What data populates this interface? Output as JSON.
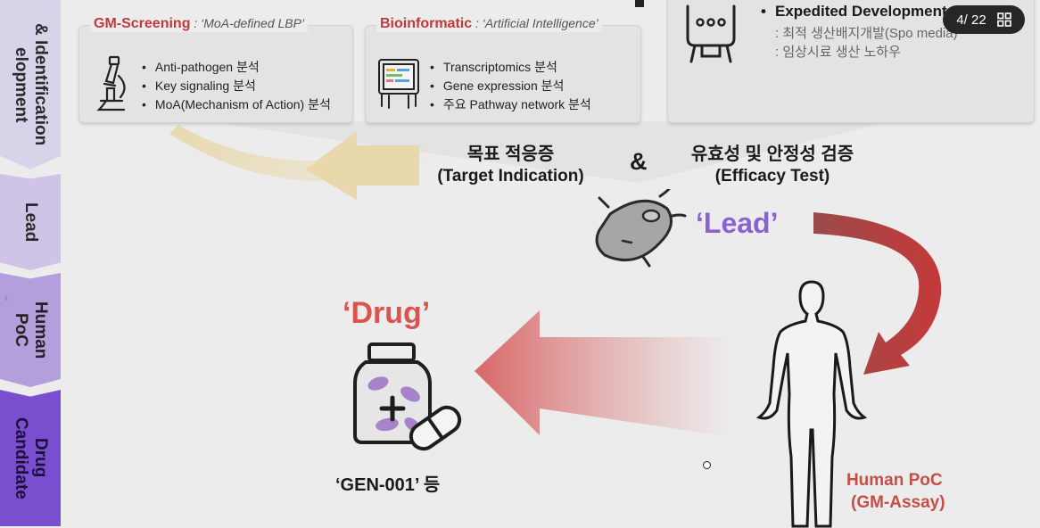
{
  "sidebar": {
    "tabs": [
      {
        "label": "& Identification\nelopment"
      },
      {
        "label": "Lead"
      },
      {
        "label": "Human\nPoC"
      },
      {
        "label": "Drug\nCandidate"
      }
    ]
  },
  "panels": {
    "gm": {
      "title": "GM-Screening",
      "subtitle": " : ‘MoA-defined LBP’",
      "items": [
        "Anti-pathogen 분석",
        "Key signaling 분석",
        "MoA(Mechanism of Action) 분석"
      ]
    },
    "bio": {
      "title": "Bioinformatic",
      "subtitle": " : ‘Artificial Intelligence’",
      "items": [
        "Transcriptomics 분석",
        "Gene expression 분석",
        "주요 Pathway network 분석"
      ]
    },
    "expedited": {
      "title": "Expedited Development",
      "items": [
        ": 최적 생산배지개발(Spo media)",
        ": 임상시료 생산 노하우"
      ]
    }
  },
  "flow": {
    "target_ko": "목표 적응증",
    "target_en": "(Target Indication)",
    "amp": "&",
    "efficacy_ko": "유효성 및 안정성 검증",
    "efficacy_en": "(Efficacy Test)",
    "lead": "‘Lead’",
    "drug": "‘Drug’",
    "gen": "‘GEN-001’ 등",
    "human_poc": "Human PoC",
    "gm_assay": "(GM-Assay)"
  },
  "viewer": {
    "page_indicator": "4/ 22",
    "grid_icon": "grid-icon",
    "colors": {
      "red": "#c0393b",
      "purple": "#7a4fcf",
      "lead_purple": "#8a63d2"
    }
  }
}
